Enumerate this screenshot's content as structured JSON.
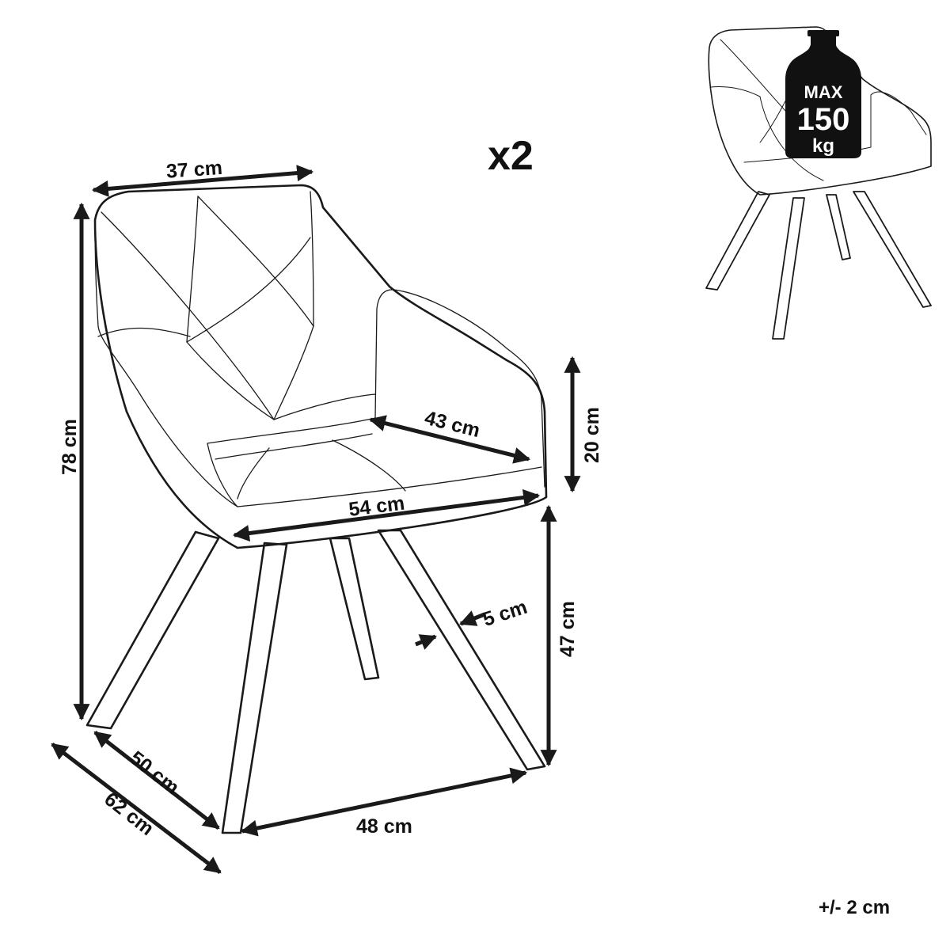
{
  "quantity": "x2",
  "tolerance": "+/- 2 cm",
  "max_load": {
    "line1": "MAX",
    "line2": "150",
    "line3": "kg"
  },
  "dimensions": {
    "backrest_width": "37 cm",
    "total_height": "78 cm",
    "seat_depth": "43 cm",
    "armrest_height": "20 cm",
    "seat_width": "54 cm",
    "seat_height": "47 cm",
    "leg_width": "5 cm",
    "leg_depth": "50 cm",
    "total_depth": "62 cm",
    "leg_span": "48 cm"
  },
  "colors": {
    "line": "#1a1a1a",
    "badge": "#111111",
    "background": "#ffffff"
  }
}
